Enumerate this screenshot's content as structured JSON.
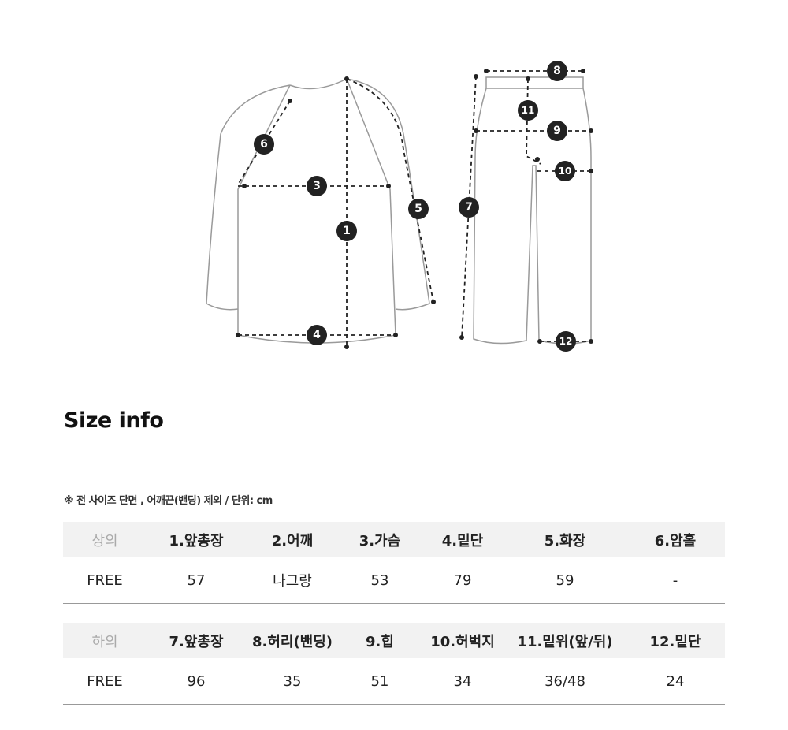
{
  "diagram": {
    "markers": [
      "1",
      "3",
      "4",
      "5",
      "6",
      "7",
      "8",
      "9",
      "10",
      "11",
      "12"
    ]
  },
  "title": "Size info",
  "note": "※ 전 사이즈 단면 , 어깨끈(밴딩) 제외 / 단위: cm",
  "top_table": {
    "headers": [
      "상의",
      "1.앞총장",
      "2.어깨",
      "3.가슴",
      "4.밑단",
      "5.화장",
      "6.암홀"
    ],
    "row": [
      "FREE",
      "57",
      "나그랑",
      "53",
      "79",
      "59",
      "-"
    ]
  },
  "bottom_table": {
    "headers": [
      "하의",
      "7.앞총장",
      "8.허리(밴딩)",
      "9.힙",
      "10.허벅지",
      "11.밑위(앞/뒤)",
      "12.밑단"
    ],
    "row": [
      "FREE",
      "96",
      "35",
      "51",
      "34",
      "36/48",
      "24"
    ]
  }
}
